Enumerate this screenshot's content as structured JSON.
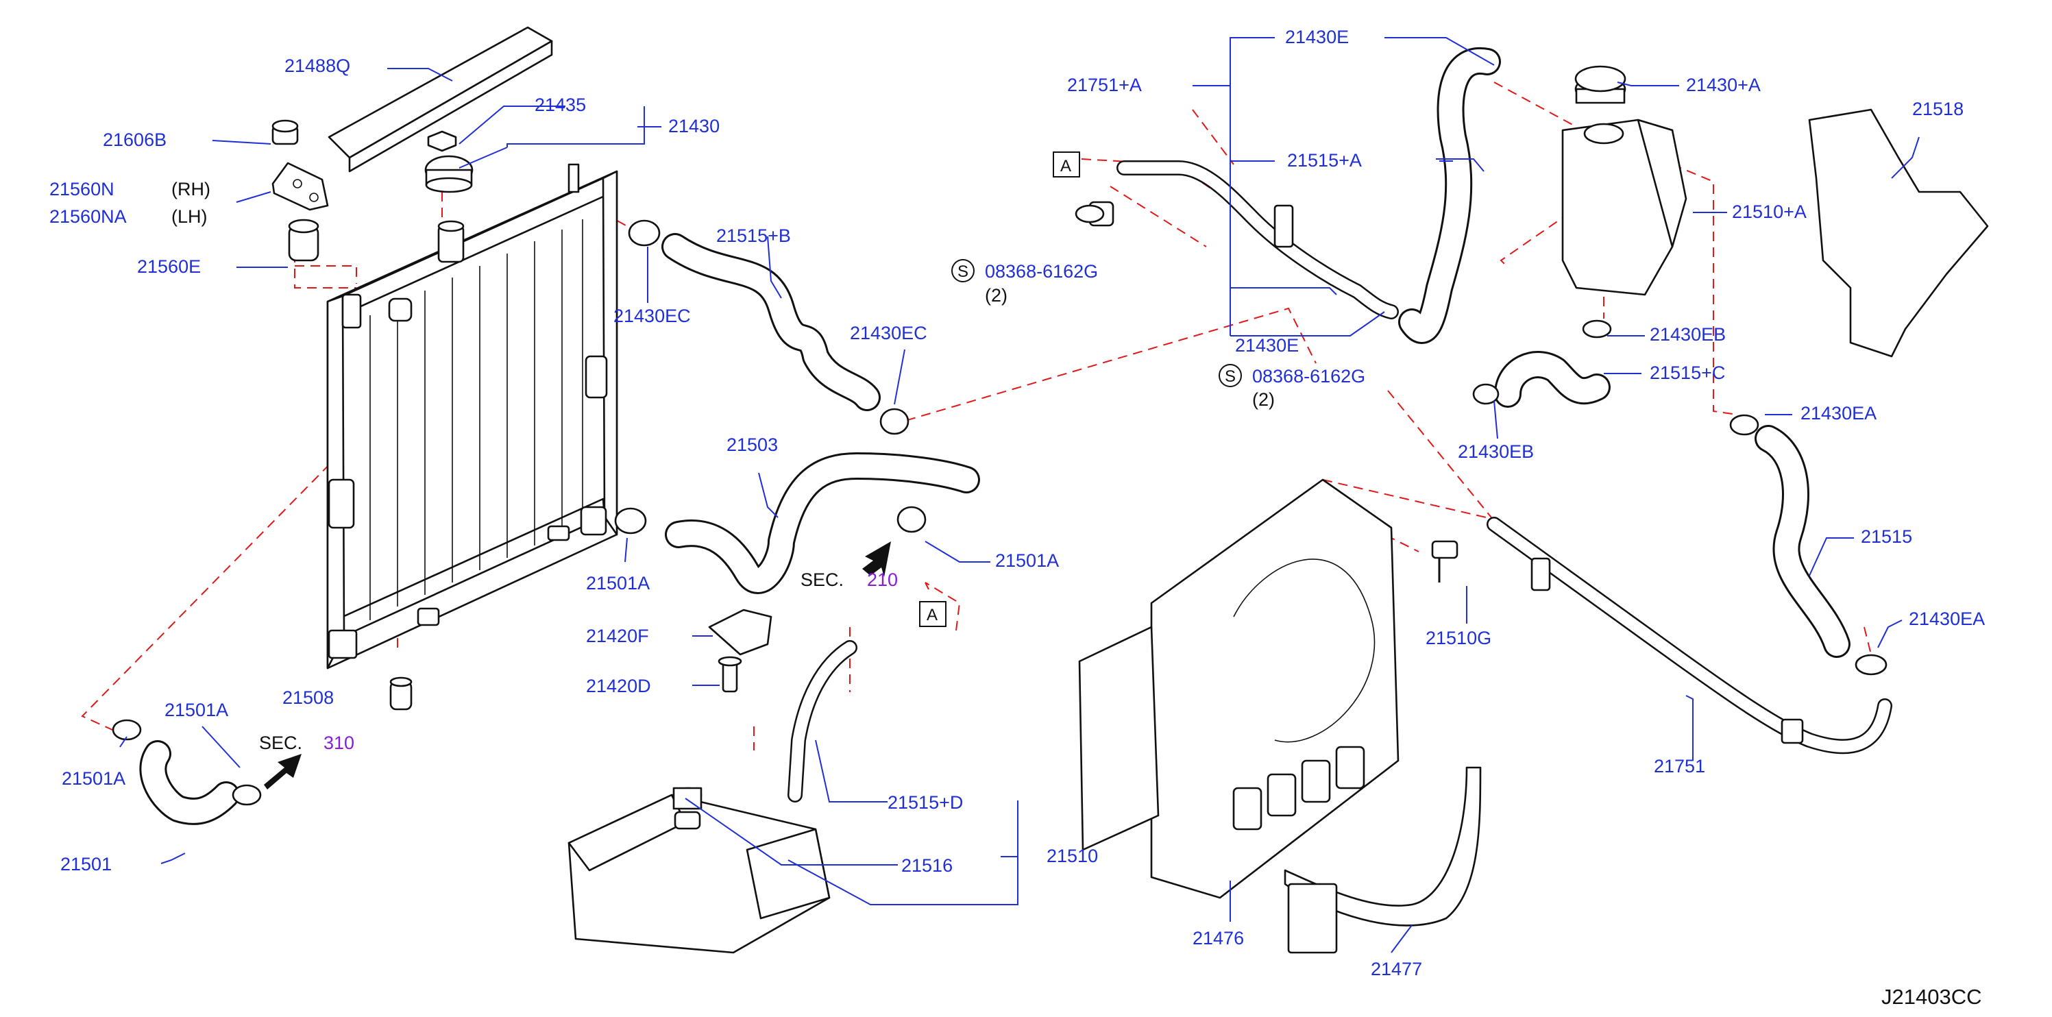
{
  "diagram_id": "J21403CC",
  "colors": {
    "label": "#1f2fd6",
    "leader": "#1f2fd6",
    "dashed_link": "#e21818",
    "section_ref": "#8a1bd6",
    "parts": "#111111"
  },
  "labels": {
    "p21488Q": "21488Q",
    "p21435": "21435",
    "p21430": "21430",
    "p21606B": "21606B",
    "p21560N": "21560N",
    "rh": "(RH)",
    "p21560NA": "21560NA",
    "lh": "(LH)",
    "p21560E": "21560E",
    "p21515B": "21515+B",
    "p21430EC_1": "21430EC",
    "p21430EC_2": "21430EC",
    "p21503": "21503",
    "p21501A_1": "21501A",
    "p21501A_2": "21501A",
    "p21501A_3": "21501A",
    "p21501A_4": "21501A",
    "sec_label_1": "SEC.",
    "sec_num_1": "210",
    "sec_label_2": "SEC.",
    "sec_num_2": "310",
    "p21420F": "21420F",
    "p21420D": "21420D",
    "p21508": "21508",
    "p21501": "21501",
    "ref_A_1": "A",
    "ref_A_2": "A",
    "p21515D": "21515+D",
    "p21516": "21516",
    "p21510": "21510",
    "p21751A": "21751+A",
    "p21430E_1": "21430E",
    "p21515A": "21515+A",
    "p21430E_2": "21430E",
    "s_mark_1": "S",
    "p08368_1": "08368-6162G",
    "qty_1": "(2)",
    "s_mark_2": "S",
    "p08368_2": "08368-6162G",
    "qty_2": "(2)",
    "p21430A": "21430+A",
    "p21510A": "21510+A",
    "p21518": "21518",
    "p21430EB_1": "21430EB",
    "p21515C": "21515+C",
    "p21430EB_2": "21430EB",
    "p21430EA_1": "21430EA",
    "p21515": "21515",
    "p21430EA_2": "21430EA",
    "p21751": "21751",
    "p21510G": "21510G",
    "p21476": "21476",
    "p21477": "21477"
  }
}
